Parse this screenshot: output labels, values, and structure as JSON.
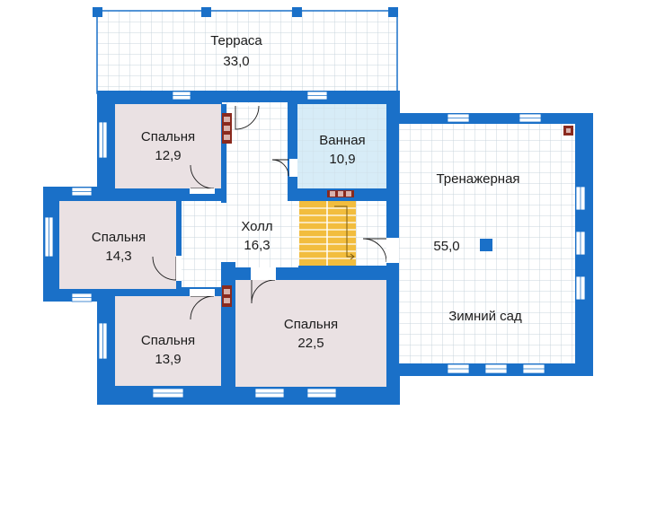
{
  "colors": {
    "wall": "#1a70c8",
    "grid_line": "#c9d4dc",
    "bedroom_fill": "#eae1e3",
    "bath_fill": "#d7ecf7",
    "stairs_fill": "#f2bd3e",
    "window": "#ffffff",
    "fireplace": "#8a2a1e",
    "text": "#1b1b1b"
  },
  "rooms": {
    "terrace": {
      "name": "Терраса",
      "area": "33,0"
    },
    "bedroom_nw": {
      "name": "Спальня",
      "area": "12,9"
    },
    "bathroom": {
      "name": "Ванная",
      "area": "10,9"
    },
    "gym": {
      "name": "Тренажерная",
      "area": "55,0",
      "secondary": "Зимний сад"
    },
    "bedroom_w": {
      "name": "Спальня",
      "area": "14,3"
    },
    "hall": {
      "name": "Холл",
      "area": "16,3"
    },
    "bedroom_sw": {
      "name": "Спальня",
      "area": "13,9"
    },
    "bedroom_s": {
      "name": "Спальня",
      "area": "22,5"
    }
  }
}
